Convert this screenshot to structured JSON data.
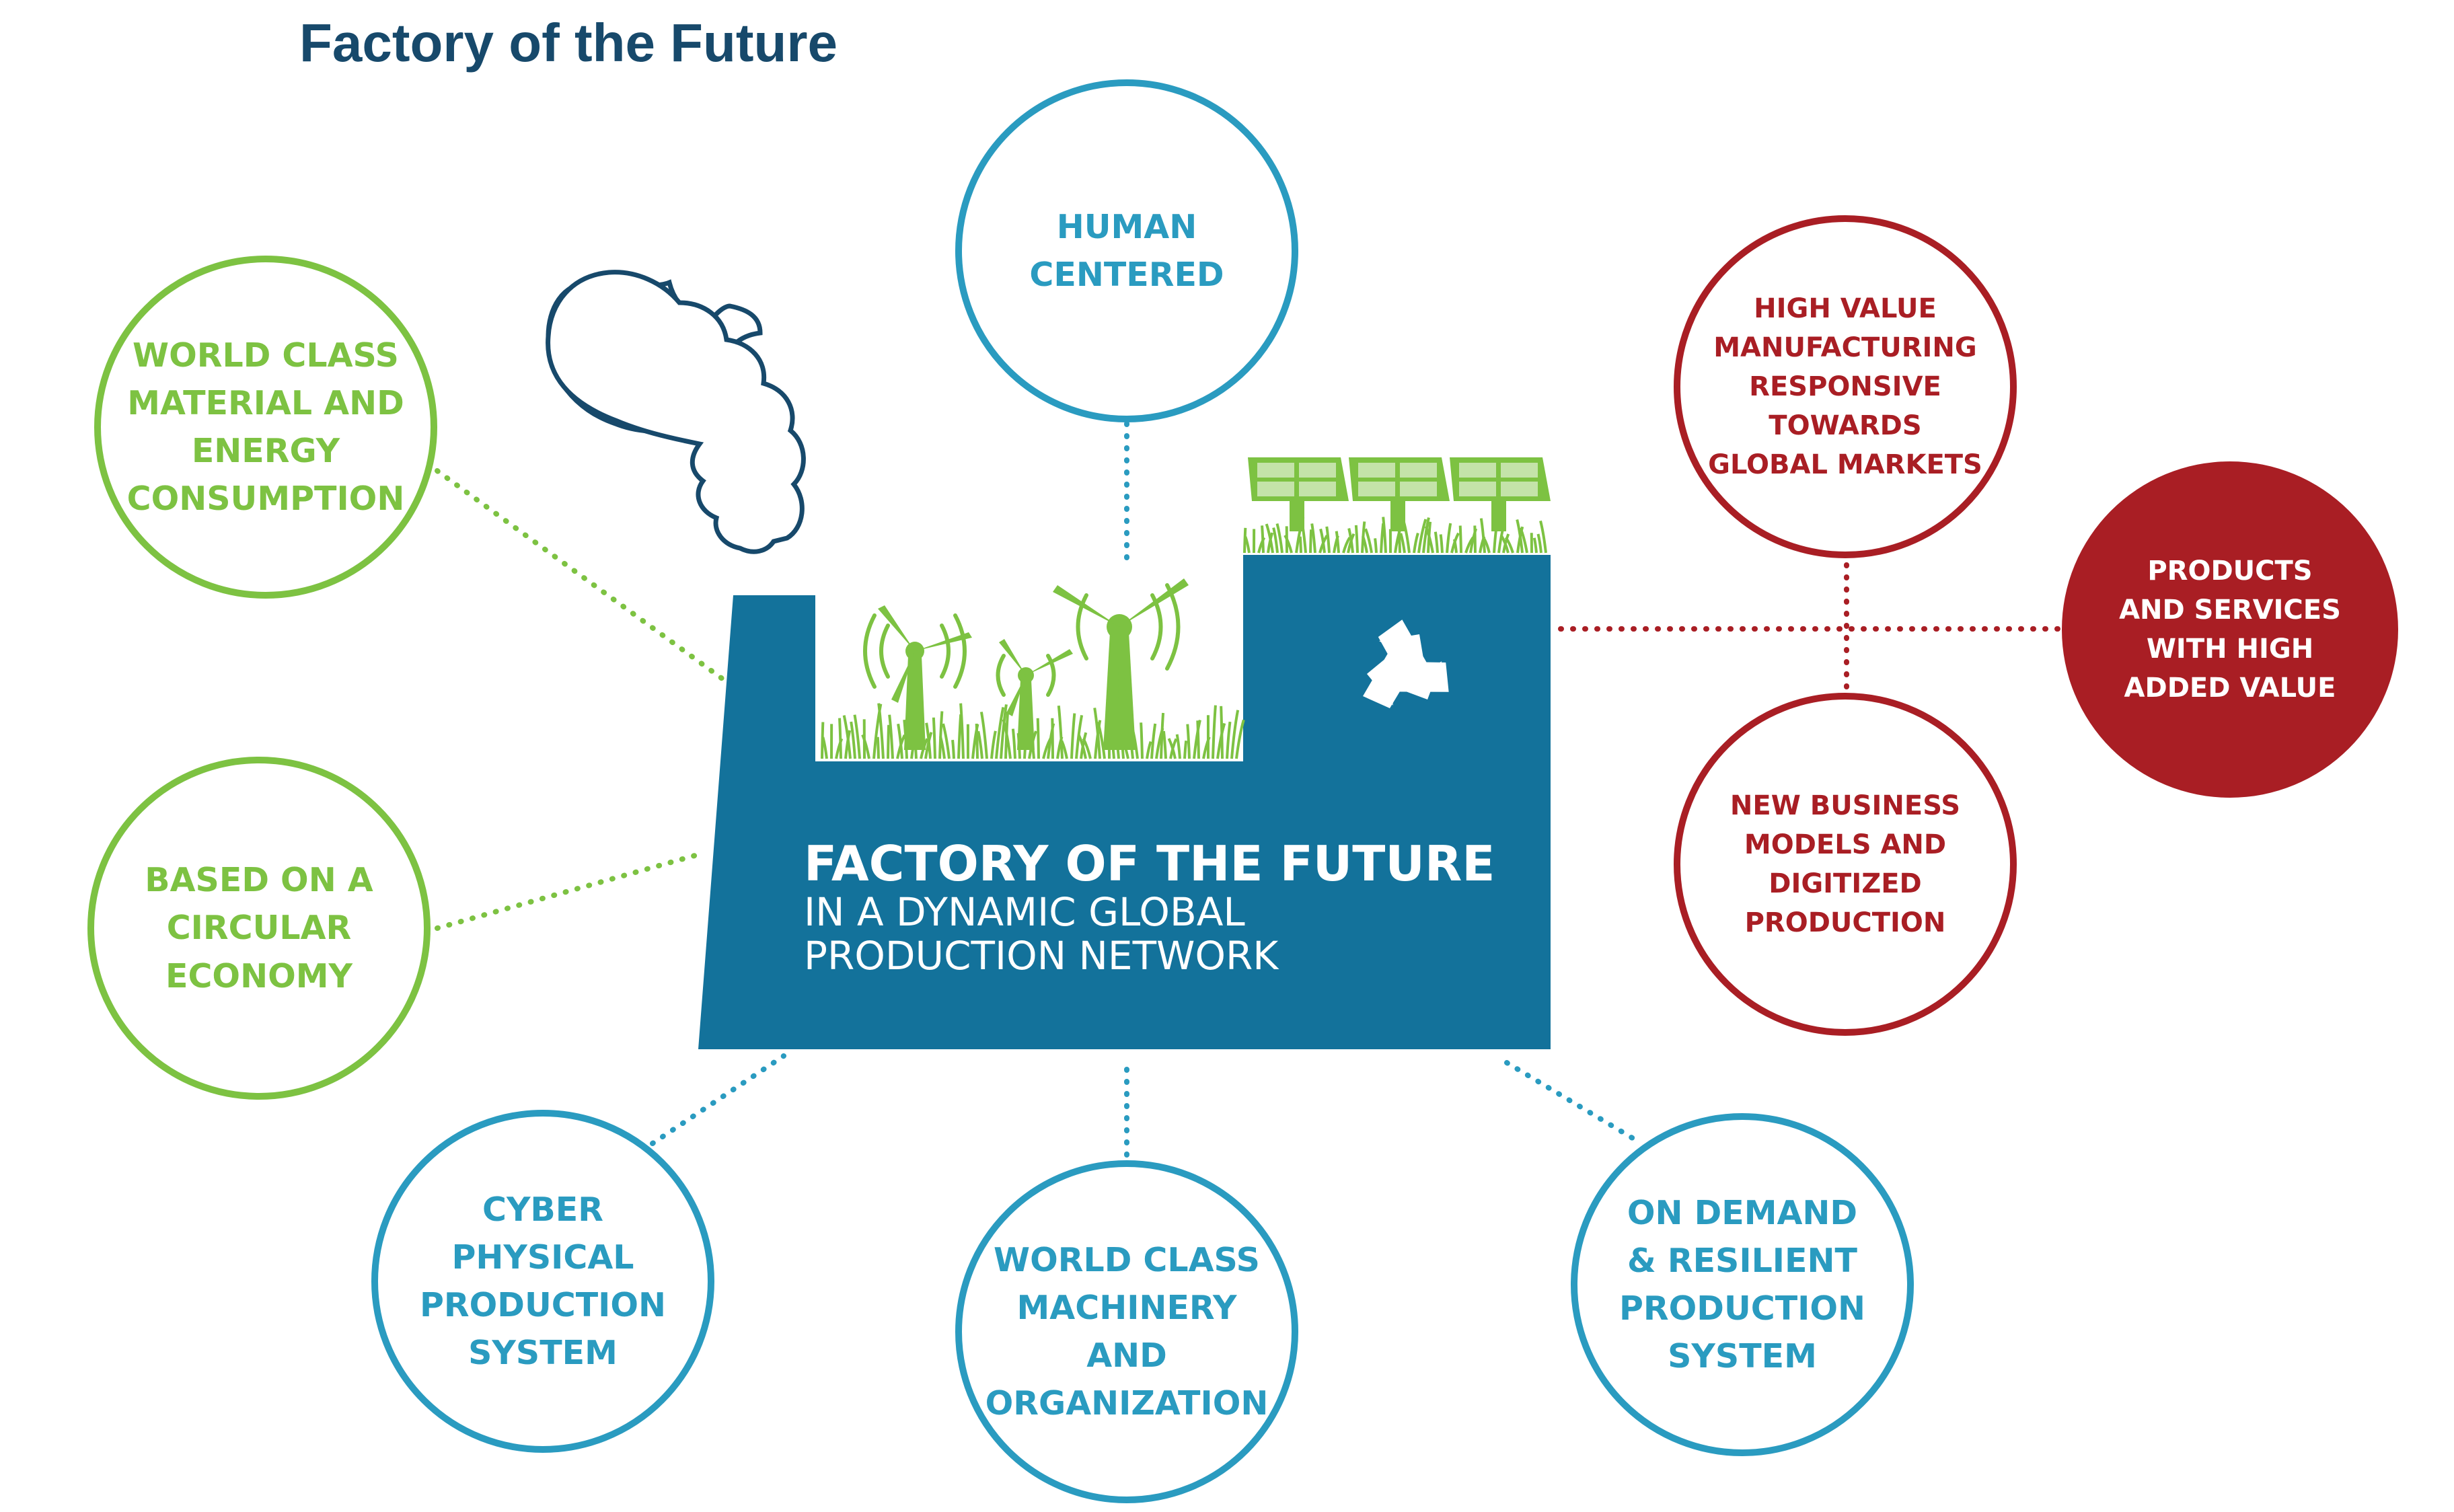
{
  "title": "Factory of the Future",
  "colors": {
    "navy": "#17496b",
    "factory_blue": "#13729b",
    "teal": "#2a9bc0",
    "green": "#7dc242",
    "red": "#a91e24",
    "white": "#ffffff"
  },
  "factory": {
    "title": "FACTORY OF THE FUTURE",
    "subtitle_lines": [
      "IN A DYNAMIC GLOBAL",
      "PRODUCTION NETWORK"
    ],
    "icons": [
      "wind-turbine-icon",
      "solar-panel-icon",
      "recycle-icon",
      "smoke-cloud-icon",
      "grass-icon"
    ]
  },
  "nodes": {
    "human_centered": {
      "lines": [
        "HUMAN",
        "CENTERED"
      ]
    },
    "material_energy": {
      "lines": [
        "WORLD CLASS",
        "MATERIAL AND",
        "ENERGY",
        "CONSUMPTION"
      ]
    },
    "circular_economy": {
      "lines": [
        "BASED ON A",
        "CIRCULAR",
        "ECONOMY"
      ]
    },
    "cyber_physical": {
      "lines": [
        "CYBER",
        "PHYSICAL",
        "PRODUCTION",
        "SYSTEM"
      ]
    },
    "machinery": {
      "lines": [
        "WORLD CLASS",
        "MACHINERY",
        "AND",
        "ORGANIZATION"
      ]
    },
    "on_demand": {
      "lines": [
        "ON DEMAND",
        "& RESILIENT",
        "PRODUCTION",
        "SYSTEM"
      ]
    },
    "high_value": {
      "lines": [
        "HIGH VALUE",
        "MANUFACTURING",
        "RESPONSIVE",
        "TOWARDS",
        "GLOBAL MARKETS"
      ]
    },
    "new_business": {
      "lines": [
        "NEW BUSINESS",
        "MODELS AND",
        "DIGITIZED",
        "PRODUCTION"
      ]
    },
    "products_services": {
      "lines": [
        "PRODUCTS",
        "AND SERVICES",
        "WITH HIGH",
        "ADDED VALUE"
      ]
    }
  }
}
